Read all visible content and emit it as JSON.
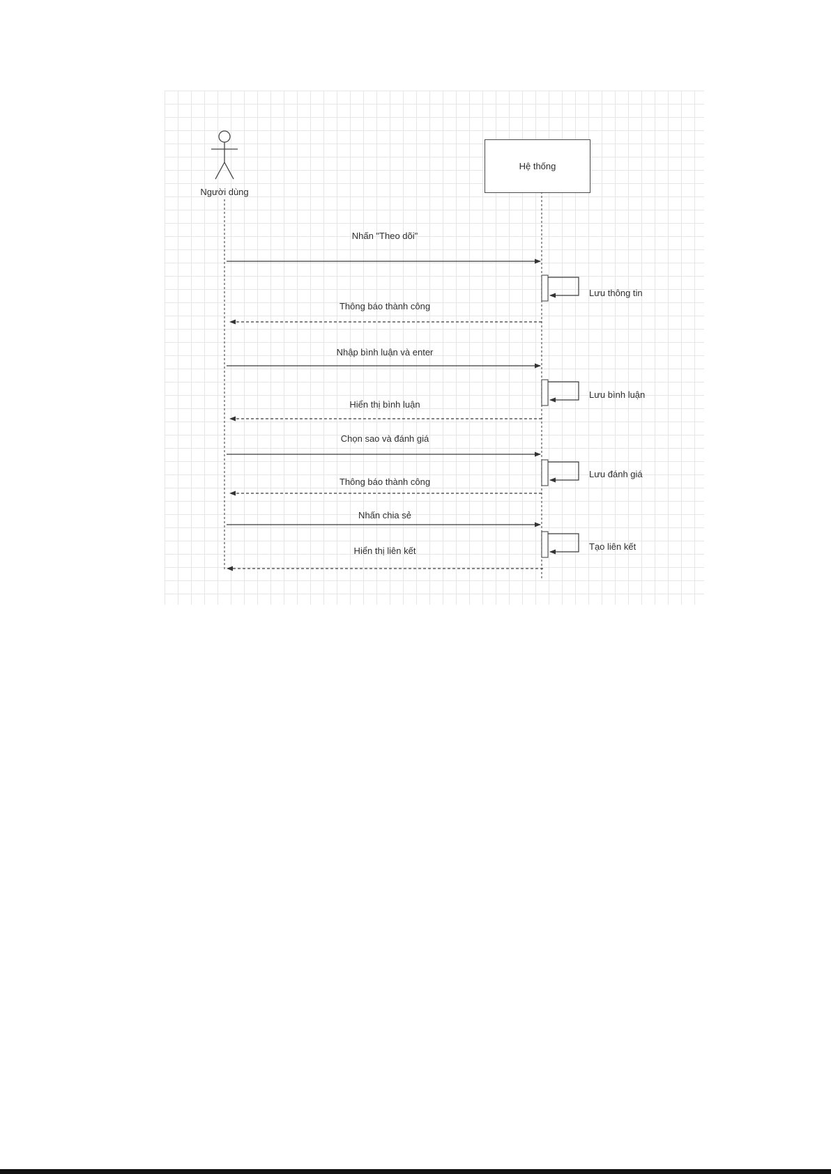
{
  "diagram": {
    "type": "uml-sequence-diagram",
    "actor_label": "Người dùng",
    "system_label": "Hệ thống",
    "messages": [
      {
        "label": "Nhấn \"Theo dõi\"",
        "from": "Người dùng",
        "to": "Hệ thống",
        "kind": "solid"
      },
      {
        "label": "Lưu thông tin",
        "from": "Hệ thống",
        "to": "Hệ thống",
        "kind": "self"
      },
      {
        "label": "Thông báo thành công",
        "from": "Hệ thống",
        "to": "Người dùng",
        "kind": "return"
      },
      {
        "label": "Nhập bình luận và enter",
        "from": "Người dùng",
        "to": "Hệ thống",
        "kind": "solid"
      },
      {
        "label": "Lưu bình luận",
        "from": "Hệ thống",
        "to": "Hệ thống",
        "kind": "self"
      },
      {
        "label": "Hiển thị bình luận",
        "from": "Hệ thống",
        "to": "Người dùng",
        "kind": "return"
      },
      {
        "label": "Chọn sao và đánh giá",
        "from": "Người dùng",
        "to": "Hệ thống",
        "kind": "solid"
      },
      {
        "label": "Lưu đánh giá",
        "from": "Hệ thống",
        "to": "Hệ thống",
        "kind": "self"
      },
      {
        "label": "Thông báo thành công",
        "from": "Hệ thống",
        "to": "Người dùng",
        "kind": "return"
      },
      {
        "label": "Nhấn chia sẻ",
        "from": "Người dùng",
        "to": "Hệ thống",
        "kind": "solid"
      },
      {
        "label": "Tạo liên kết",
        "from": "Hệ thống",
        "to": "Hệ thống",
        "kind": "self"
      },
      {
        "label": "Hiển thị liên kết",
        "from": "Hệ thống",
        "to": "Người dùng",
        "kind": "return"
      }
    ]
  }
}
